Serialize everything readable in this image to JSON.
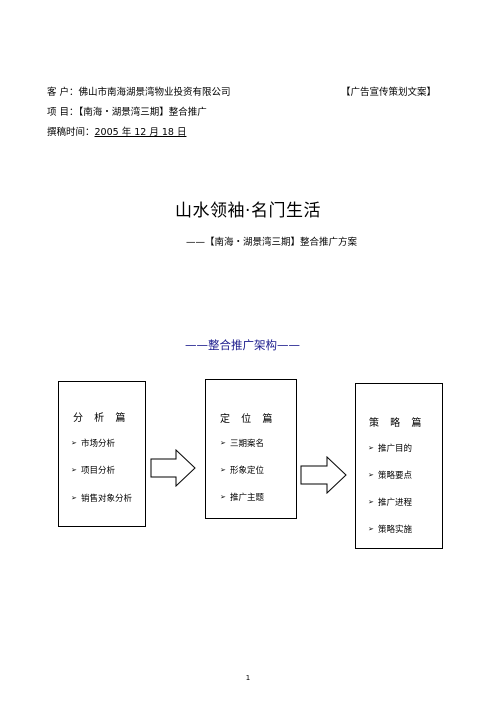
{
  "header": {
    "client_label": "客  户：",
    "client_value": "佛山市南海湖景湾物业投资有限公司",
    "doc_type": "【广告宣传策划文案】",
    "project_label": "项  目：",
    "project_value": "【南海・湖景湾三期】整合推广",
    "date_label": "撰稿时间：",
    "date_value": "2005 年 12 月 18 日"
  },
  "title": "山水领袖·名门生活",
  "subtitle": "——【南海・湖景湾三期】整合推广方案",
  "section_title": "——整合推广架构——",
  "boxes": [
    {
      "title": "分 析 篇",
      "items": [
        "市场分析",
        "项目分析",
        "销售对象分析"
      ]
    },
    {
      "title": "定 位 篇",
      "items": [
        "三期案名",
        "形象定位",
        "推广主题"
      ]
    },
    {
      "title": "策 略 篇",
      "items": [
        "推广目的",
        "策略要点",
        "推广进程",
        "策略实施"
      ]
    }
  ],
  "bullet_icon": "arrowhead-bullet-icon",
  "page_number": "1"
}
